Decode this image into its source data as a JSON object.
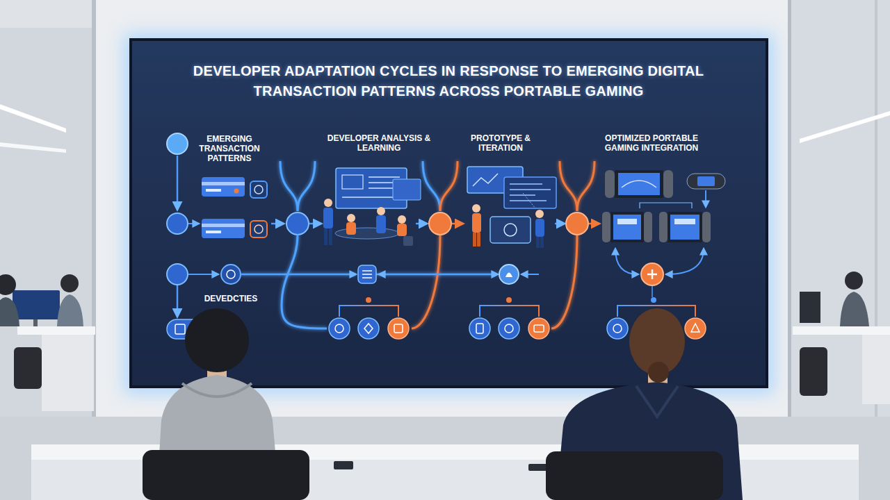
{
  "diagram": {
    "title": "DEVELOPER ADAPTATION CYCLES IN RESPONSE TO EMERGING DIGITAL TRANSACTION PATTERNS ACROSS PORTABLE GAMING",
    "labels": [
      "EMERGING TRANSACTION PATTERNS",
      "DEVELOPER ANALYSIS & LEARNING",
      "PROTOTYPE & ITERATION",
      "OPTIMIZED PORTABLE GAMING INTEGRATION",
      "DEVEDCTIES"
    ]
  }
}
